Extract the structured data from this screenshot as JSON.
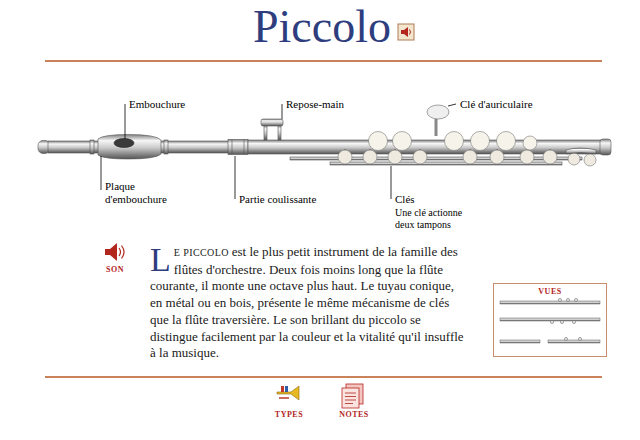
{
  "diagram": {
    "title": "Piccolo",
    "nodes": [
      {
        "text": [
          "VUES"
        ]
      }
    ],
    "labels": [
      "Embouchure",
      "Repose-main",
      "Clé d'auriculaire",
      "Plaque d'embouchure",
      "Partie coulissante",
      "Clés",
      "Une clé actionne deux tampons",
      "SON",
      "L",
      "E PICCOLO",
      "est le plus petit instrument de la famille des flûtes d'orchestre. Deux fois moins long que la flûte courante, il monte une octave plus haut. Le tuyau conique, en métal ou en bois, présente le même mécanisme de clés que la flûte traversière. Le son brillant du piccolo se distingue facilement par la couleur et la vitalité qu'il insuffle à la musique.",
      "TYPES",
      "NOTES"
    ]
  }
}
